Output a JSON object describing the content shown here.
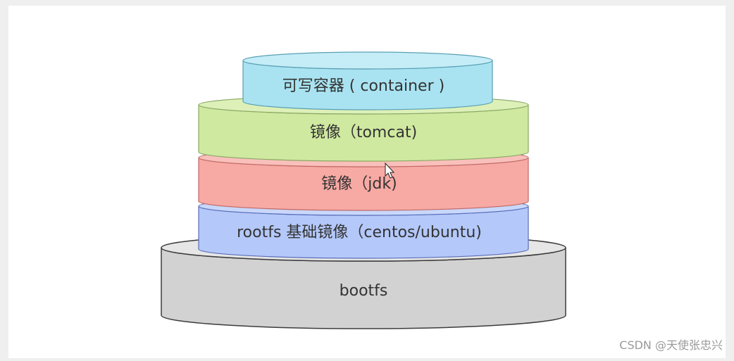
{
  "diagram": {
    "layers": [
      {
        "label": "bootfs",
        "color": "#d2d2d2",
        "stroke": "#3c3c3c"
      },
      {
        "label": "rootfs 基础镜像（centos/ubuntu)",
        "color": "#b4c8fa",
        "stroke": "#5a6fb8"
      },
      {
        "label": "镜像（jdk)",
        "color": "#f7a9a3",
        "stroke": "#c06a66"
      },
      {
        "label": "镜像（tomcat)",
        "color": "#cfe9a0",
        "stroke": "#8aa864"
      },
      {
        "label": "可写容器 ( container )",
        "color": "#a9e3f1",
        "stroke": "#5a9fb3"
      }
    ]
  },
  "footer": {
    "watermark": "CSDN @天使张忠兴"
  }
}
